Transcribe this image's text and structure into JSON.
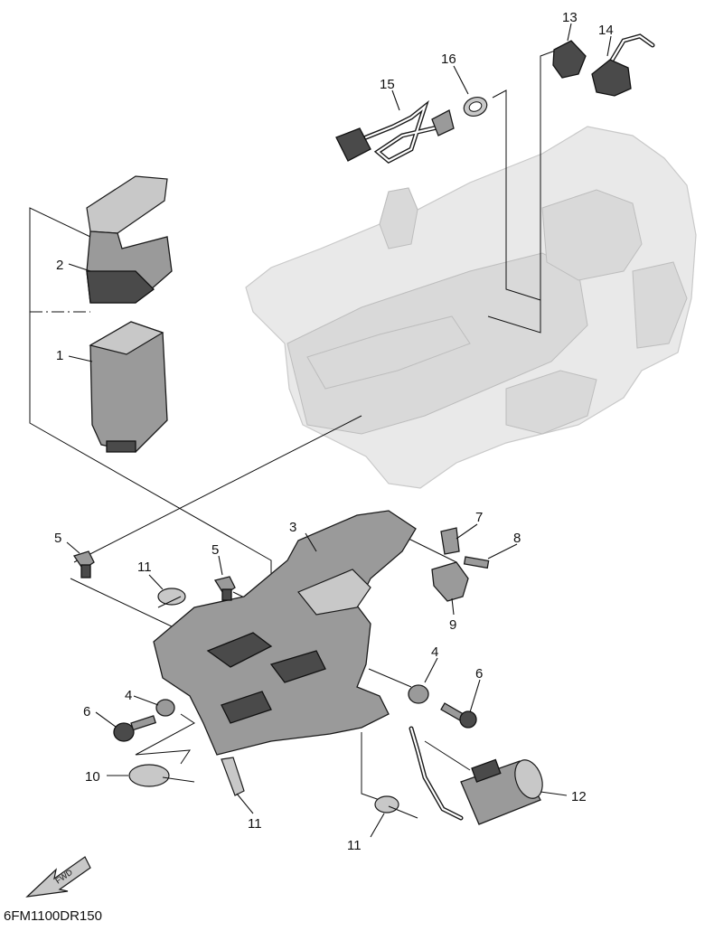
{
  "diagram": {
    "drawing_code": "6FM1100DR150",
    "direction_arrow_text": "FWD",
    "callouts": [
      "1",
      "2",
      "3",
      "4",
      "4",
      "5",
      "5",
      "6",
      "6",
      "7",
      "8",
      "9",
      "10",
      "11",
      "11",
      "11",
      "12",
      "13",
      "14",
      "15",
      "16"
    ]
  }
}
